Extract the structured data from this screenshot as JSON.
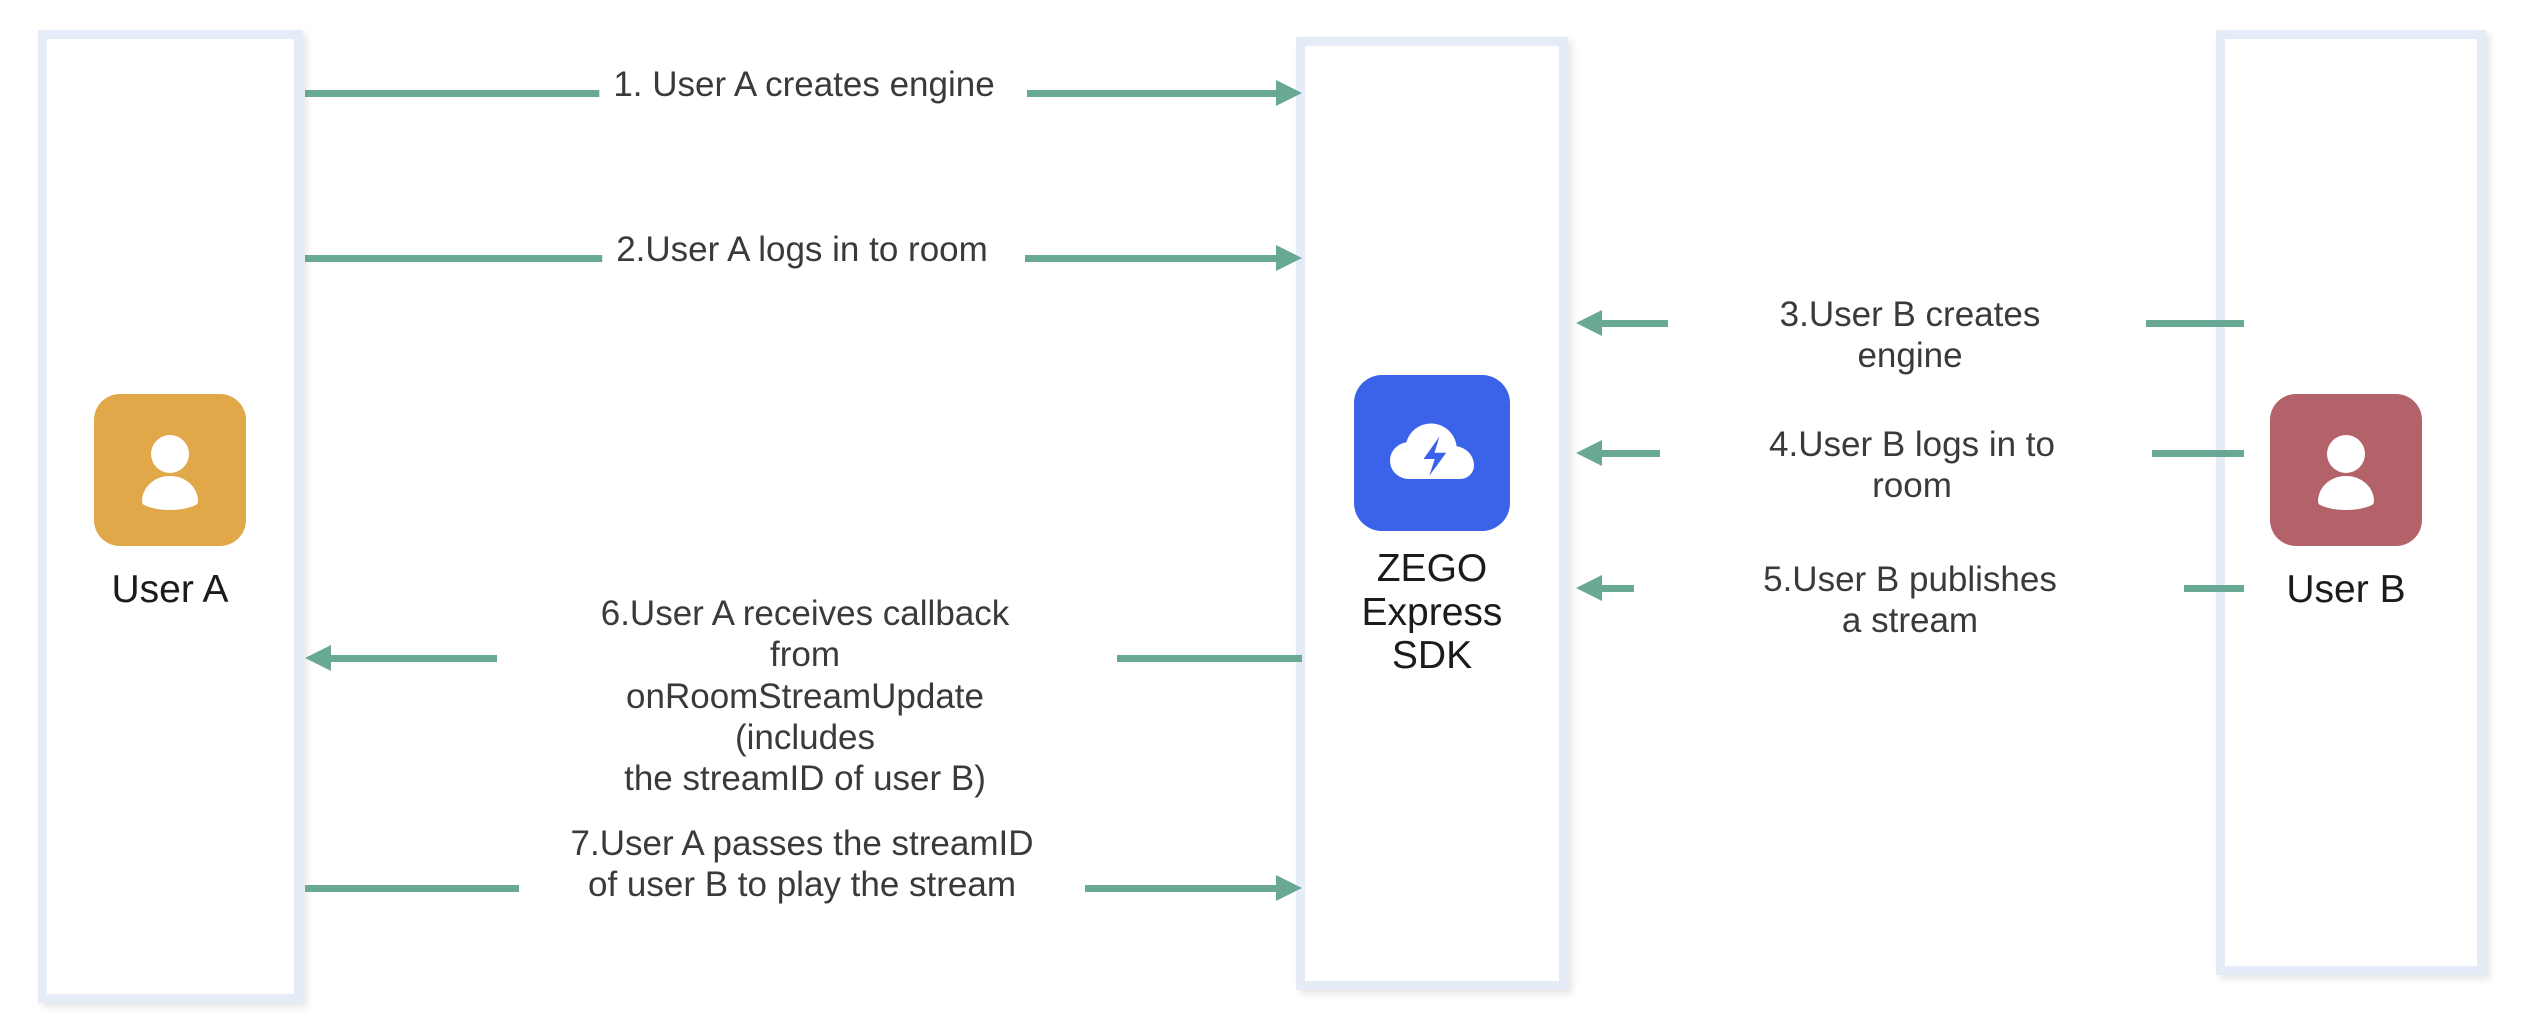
{
  "diagram": {
    "title": "ZEGO Express SDK stream publish and play flow",
    "accent_arrow_color": "#6aa896",
    "column_border_color": "#e6ebf8",
    "participants": [
      {
        "id": "user-a",
        "label": "User A",
        "avatar_icon": "person-avatar-icon",
        "avatar_color": "#e0a848"
      },
      {
        "id": "zego",
        "label": "ZEGO\nExpress\nSDK",
        "logo_icon": "cloud-lightning-icon",
        "logo_color": "#3b63ea"
      },
      {
        "id": "user-b",
        "label": "User B",
        "avatar_icon": "person-avatar-icon",
        "avatar_color": "#b4626a"
      }
    ],
    "messages": [
      {
        "step": "1",
        "text": "1. User A creates engine",
        "direction": "right",
        "from": "user-a",
        "to": "zego"
      },
      {
        "step": "2",
        "text": "2.User A logs in to room",
        "direction": "right",
        "from": "user-a",
        "to": "zego"
      },
      {
        "step": "3",
        "text": "3.User B creates engine",
        "direction": "left",
        "from": "user-b",
        "to": "zego"
      },
      {
        "step": "4",
        "text": "4.User B logs in to room",
        "direction": "left",
        "from": "user-b",
        "to": "zego"
      },
      {
        "step": "5",
        "text": "5.User B publishes a stream",
        "direction": "left",
        "from": "user-b",
        "to": "zego"
      },
      {
        "step": "6",
        "text": "6.User A receives callback from\nonRoomStreamUpdate (includes\nthe streamID of user B)",
        "direction": "left",
        "from": "zego",
        "to": "user-a"
      },
      {
        "step": "7",
        "text": "7.User A passes the streamID\nof user B to play the stream",
        "direction": "right",
        "from": "user-a",
        "to": "zego"
      }
    ]
  }
}
